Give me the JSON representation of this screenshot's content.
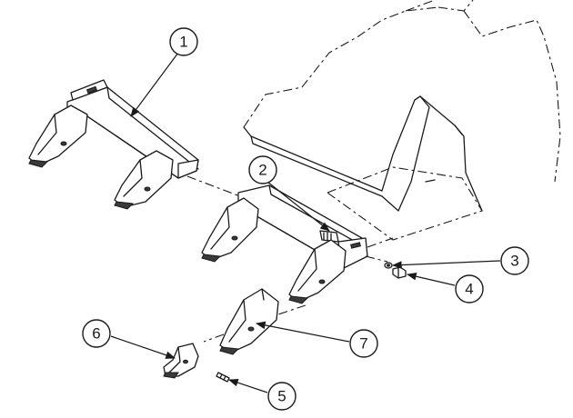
{
  "diagram": {
    "callouts": [
      {
        "id": "1",
        "label": "1"
      },
      {
        "id": "2",
        "label": "2"
      },
      {
        "id": "3",
        "label": "3"
      },
      {
        "id": "4",
        "label": "4"
      },
      {
        "id": "5",
        "label": "5"
      },
      {
        "id": "6",
        "label": "6"
      },
      {
        "id": "7",
        "label": "7"
      }
    ]
  },
  "colors": {
    "ink": "#1a1a1a",
    "background": "#ffffff"
  }
}
